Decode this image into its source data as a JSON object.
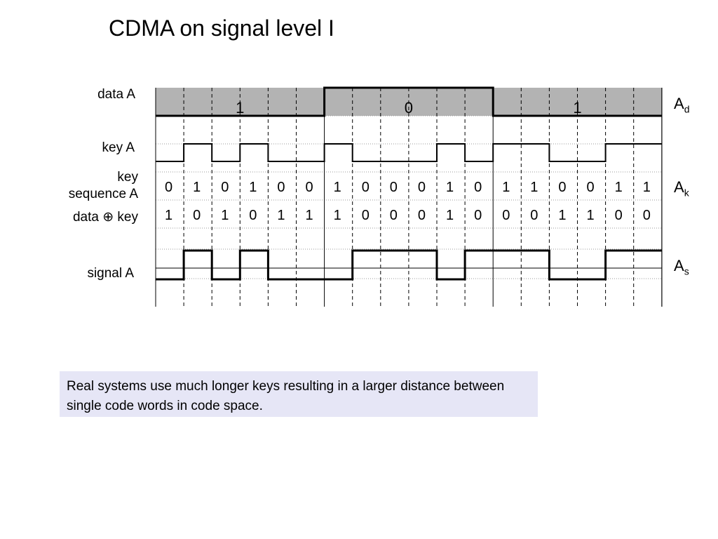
{
  "title": "CDMA on signal level I",
  "labels": {
    "data": "data A",
    "key": "key A",
    "key_seq_line1": "key",
    "key_seq_line2": "sequence A",
    "xor": "data ⊕ key",
    "signal": "signal A"
  },
  "symbols": {
    "data": {
      "base": "A",
      "sub": "d"
    },
    "key": {
      "base": "A",
      "sub": "k"
    },
    "signal": {
      "base": "A",
      "sub": "s"
    }
  },
  "data_bits": [
    "1",
    "0",
    "1"
  ],
  "key_sequence": [
    "0",
    "1",
    "0",
    "1",
    "0",
    "0",
    "1",
    "0",
    "0",
    "0",
    "1",
    "0",
    "1",
    "1",
    "0",
    "0",
    "1",
    "1"
  ],
  "xor_sequence": [
    "1",
    "0",
    "1",
    "0",
    "1",
    "1",
    "1",
    "0",
    "0",
    "0",
    "1",
    "0",
    "0",
    "0",
    "1",
    "1",
    "0",
    "0"
  ],
  "note": "Real systems use much longer keys resulting in a larger distance between single code words in code space.",
  "colors": {
    "data_fill": "#b3b3b3",
    "note_bg": "#e6e6f6"
  }
}
